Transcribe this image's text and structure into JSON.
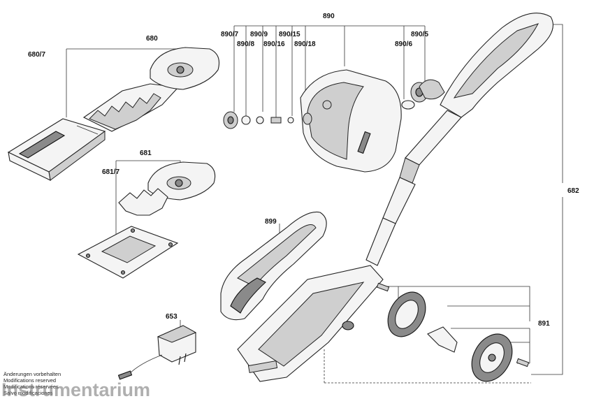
{
  "labels": {
    "l680": "680",
    "l680_7": "680/7",
    "l681": "681",
    "l681_7": "681/7",
    "l890": "890",
    "l890_7": "890/7",
    "l890_8": "890/8",
    "l890_9": "890/9",
    "l890_16": "890/16",
    "l890_15": "890/15",
    "l890_18": "890/18",
    "l890_5": "890/5",
    "l890_6": "890/6",
    "l682": "682",
    "l899": "899",
    "l653": "653",
    "l891": "891"
  },
  "footer": {
    "line1": "Änderungen vorbehalten",
    "line2": "Modifications reserved",
    "line3": "Modifications réservées",
    "line4": "Salvo modificaciones"
  },
  "watermark": "Instrumentarium"
}
